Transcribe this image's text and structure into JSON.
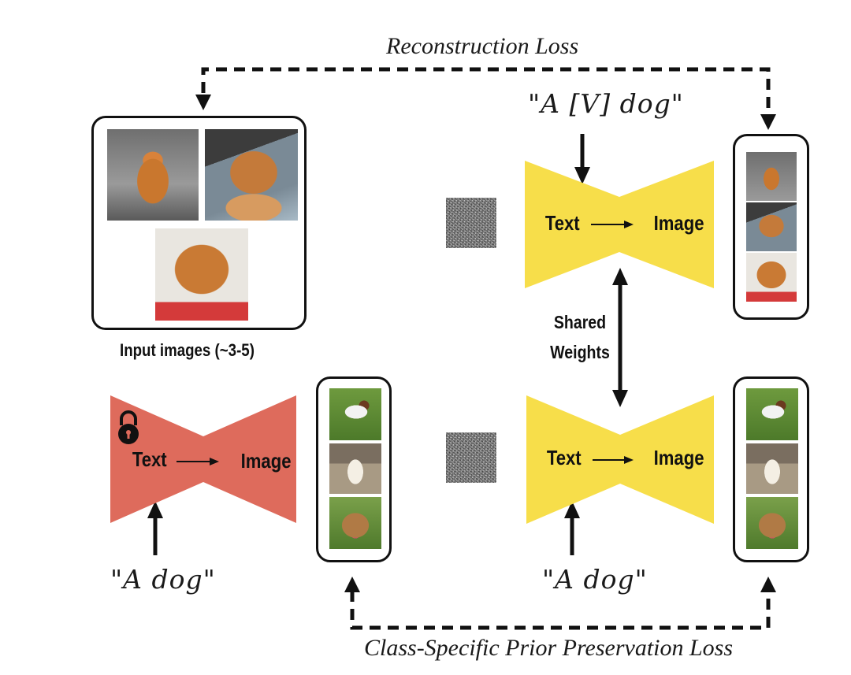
{
  "labels": {
    "reconstruction_loss": "Reconstruction Loss",
    "prior_preservation_loss": "Class-Specific Prior Preservation Loss",
    "input_images_caption": "Input images (~3-5)",
    "shared_weights_line1": "Shared",
    "shared_weights_line2": "Weights"
  },
  "prompts": {
    "top": "\"A [V] dog\"",
    "bottom_left": "\"A dog\"",
    "bottom_right": "\"A dog\""
  },
  "models": {
    "frozen": {
      "text": "Text",
      "image": "Image",
      "color": "#de6b5c",
      "locked": true
    },
    "finetuned_top": {
      "text": "Text",
      "image": "Image",
      "color": "#f7de4a"
    },
    "finetuned_bottom": {
      "text": "Text",
      "image": "Image",
      "color": "#f7de4a"
    }
  },
  "colors": {
    "frozen_model": "#de6b5c",
    "finetuned_model": "#f7de4a",
    "stroke": "#111111"
  }
}
